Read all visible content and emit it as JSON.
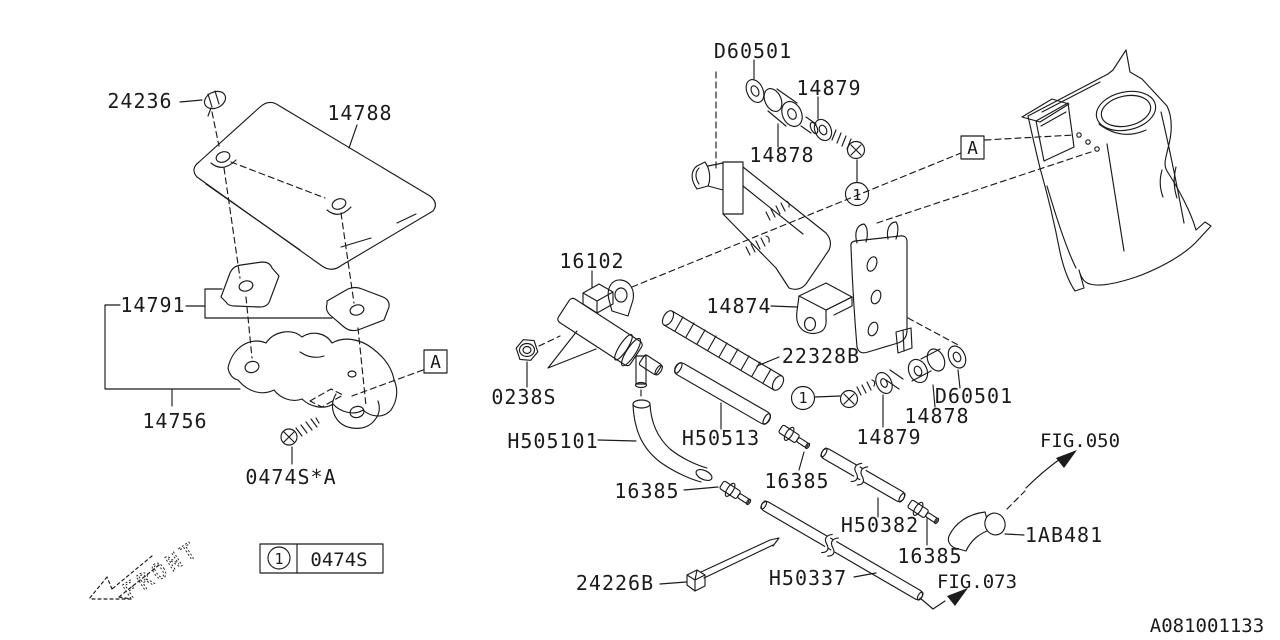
{
  "doc": {
    "number": "A081001133",
    "front_label": "FRONT"
  },
  "legend": {
    "ref": "1",
    "part": "0474S"
  },
  "refs": {
    "one": "1",
    "section": "A"
  },
  "parts": {
    "clip": "24236",
    "cover": "14788",
    "stays": "14791",
    "stay_bracket": "14756",
    "screw_marked": "0474S*A",
    "washer_top": "D60501",
    "collar_top": "14879",
    "bushing_top": "14878",
    "valve": "16102",
    "bracket_small": "14874",
    "hose_ribbed": "22328B",
    "nut": "0238S",
    "hose_elbow": "H505101",
    "hose_front": "H50513",
    "joint_front": "16385",
    "joint_mid": "16385",
    "collar_right": "14879",
    "bushing_right": "14878",
    "washer_right": "D60501",
    "fig_canister": "FIG.050",
    "hose_rear": "H50382",
    "joint_rear": "16385",
    "elbow": "1AB481",
    "clamp": "24226B",
    "hose_bottom": "H50337",
    "fig_fuel": "FIG.073"
  }
}
